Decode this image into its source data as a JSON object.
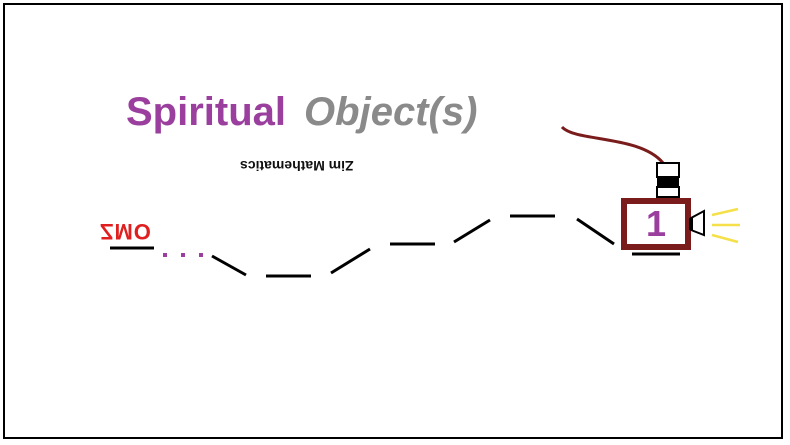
{
  "title": {
    "word1": "Spiritual",
    "word2": "Object(s)"
  },
  "subtitle": "Zim Mathematics",
  "left_label": "ZMO",
  "box_number": "1",
  "colors": {
    "purple": "#9b3f9f",
    "gray": "#8a8a8a",
    "red": "#e02020",
    "maroon": "#8b1a1a",
    "yellow": "#f5e04a",
    "black": "#000000"
  }
}
